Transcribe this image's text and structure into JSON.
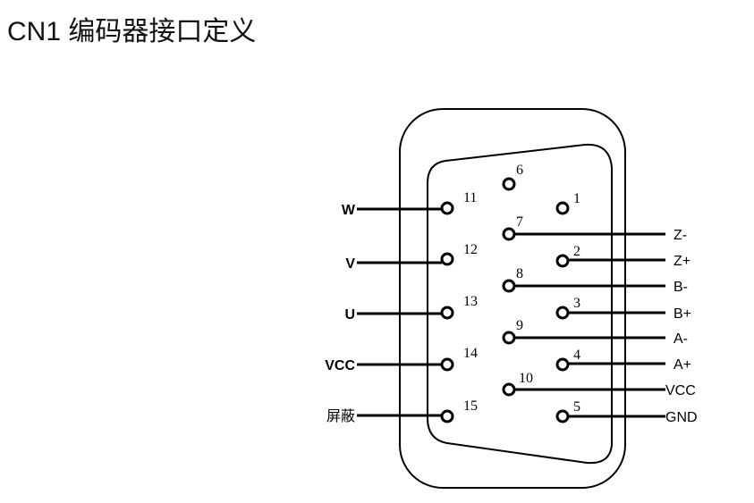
{
  "title": "CN1 编码器接口定义",
  "pins": {
    "p1": "1",
    "p2": "2",
    "p3": "3",
    "p4": "4",
    "p5": "5",
    "p6": "6",
    "p7": "7",
    "p8": "8",
    "p9": "9",
    "p10": "10",
    "p11": "11",
    "p12": "12",
    "p13": "13",
    "p14": "14",
    "p15": "15"
  },
  "signals_left": {
    "p11": "W",
    "p12": "V",
    "p13": "U",
    "p14": "VCC",
    "p15": "屏蔽"
  },
  "signals_right": {
    "p7": "Z-",
    "p2": "Z+",
    "p8": "B-",
    "p3": "B+",
    "p9": "A-",
    "p4": "A+",
    "p10": "VCC",
    "p5": "GND"
  }
}
